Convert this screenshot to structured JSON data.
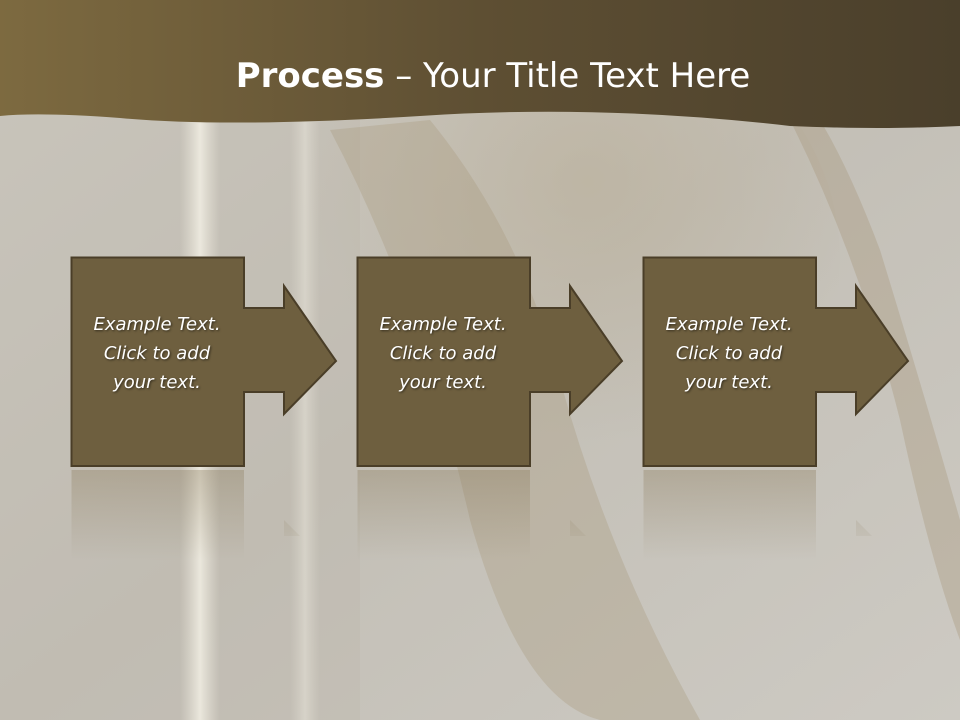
{
  "title": {
    "bold": "Process",
    "rest": " – Your Title Text Here"
  },
  "steps": [
    {
      "text": "Example Text. Click  to add your text."
    },
    {
      "text": "Example Text. Click  to add your text."
    },
    {
      "text": "Example Text. Click  to add your text."
    }
  ],
  "colors": {
    "banner": "#6b5a38",
    "box_fill": "#6e5f3f",
    "box_stroke": "#4a3e28",
    "background": "#c9c7c1"
  }
}
